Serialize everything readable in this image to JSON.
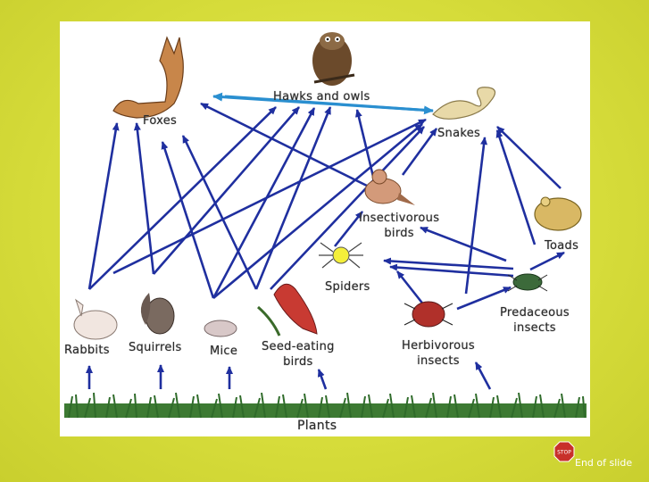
{
  "diagram": {
    "labels": {
      "hawks_owls": "Hawks and owls",
      "foxes": "Foxes",
      "snakes": "Snakes",
      "insectivorous_birds": "Insectivorous\nbirds",
      "toads": "Toads",
      "spiders": "Spiders",
      "predaceous_insects": "Predaceous\ninsects",
      "rabbits": "Rabbits",
      "squirrels": "Squirrels",
      "mice": "Mice",
      "seed_eating_birds": "Seed-eating\nbirds",
      "herbivorous_insects": "Herbivorous\ninsects",
      "plants": "Plants"
    },
    "colors": {
      "arrow": "#1f2f9f",
      "highlight_arrow": "#2a8fd0",
      "grass": "#2f6b2a"
    }
  },
  "footer": {
    "stop_sign_text": "STOP",
    "end_text": "End of slide"
  }
}
